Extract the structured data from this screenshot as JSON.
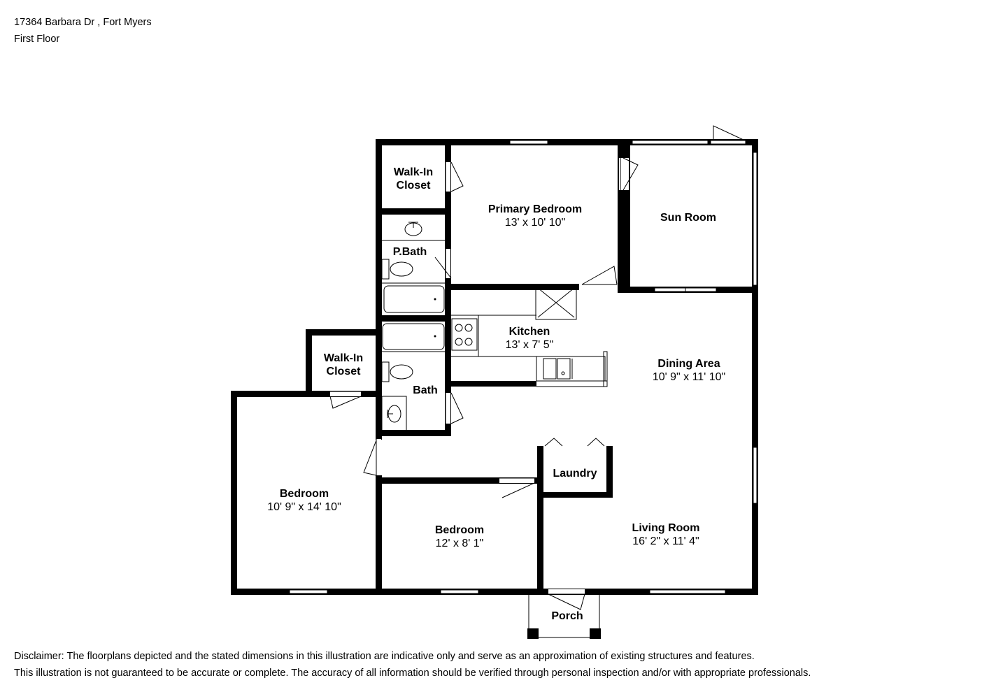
{
  "header": {
    "address": "17364 Barbara Dr , Fort Myers",
    "floor_label": "First Floor"
  },
  "rooms": {
    "walkin_closet_1": {
      "name_line1": "Walk-In",
      "name_line2": "Closet"
    },
    "primary_bedroom": {
      "name": "Primary Bedroom",
      "dims": "13' x 10' 10\""
    },
    "sun_room": {
      "name": "Sun Room"
    },
    "p_bath": {
      "name": "P.Bath"
    },
    "kitchen": {
      "name": "Kitchen",
      "dims": "13' x 7' 5\""
    },
    "dining_area": {
      "name": "Dining Area",
      "dims": "10' 9\" x 11' 10\""
    },
    "walkin_closet_2": {
      "name_line1": "Walk-In",
      "name_line2": "Closet"
    },
    "bath": {
      "name": "Bath"
    },
    "bedroom_1": {
      "name": "Bedroom",
      "dims": "10' 9\" x 14' 10\""
    },
    "laundry": {
      "name": "Laundry"
    },
    "bedroom_2": {
      "name": "Bedroom",
      "dims": "12' x 8' 1\""
    },
    "living_room": {
      "name": "Living Room",
      "dims": "16' 2\" x 11' 4\""
    },
    "porch": {
      "name": "Porch"
    }
  },
  "disclaimer": {
    "line1": "Disclaimer: The floorplans depicted and the stated dimensions in this illustration are indicative only and serve as an approximation of existing structures and features.",
    "line2": "This illustration is not guaranteed to be accurate or complete. The accuracy of all information should be verified through personal inspection and/or with appropriate professionals."
  },
  "colors": {
    "wall": "#000000",
    "background": "#ffffff"
  }
}
